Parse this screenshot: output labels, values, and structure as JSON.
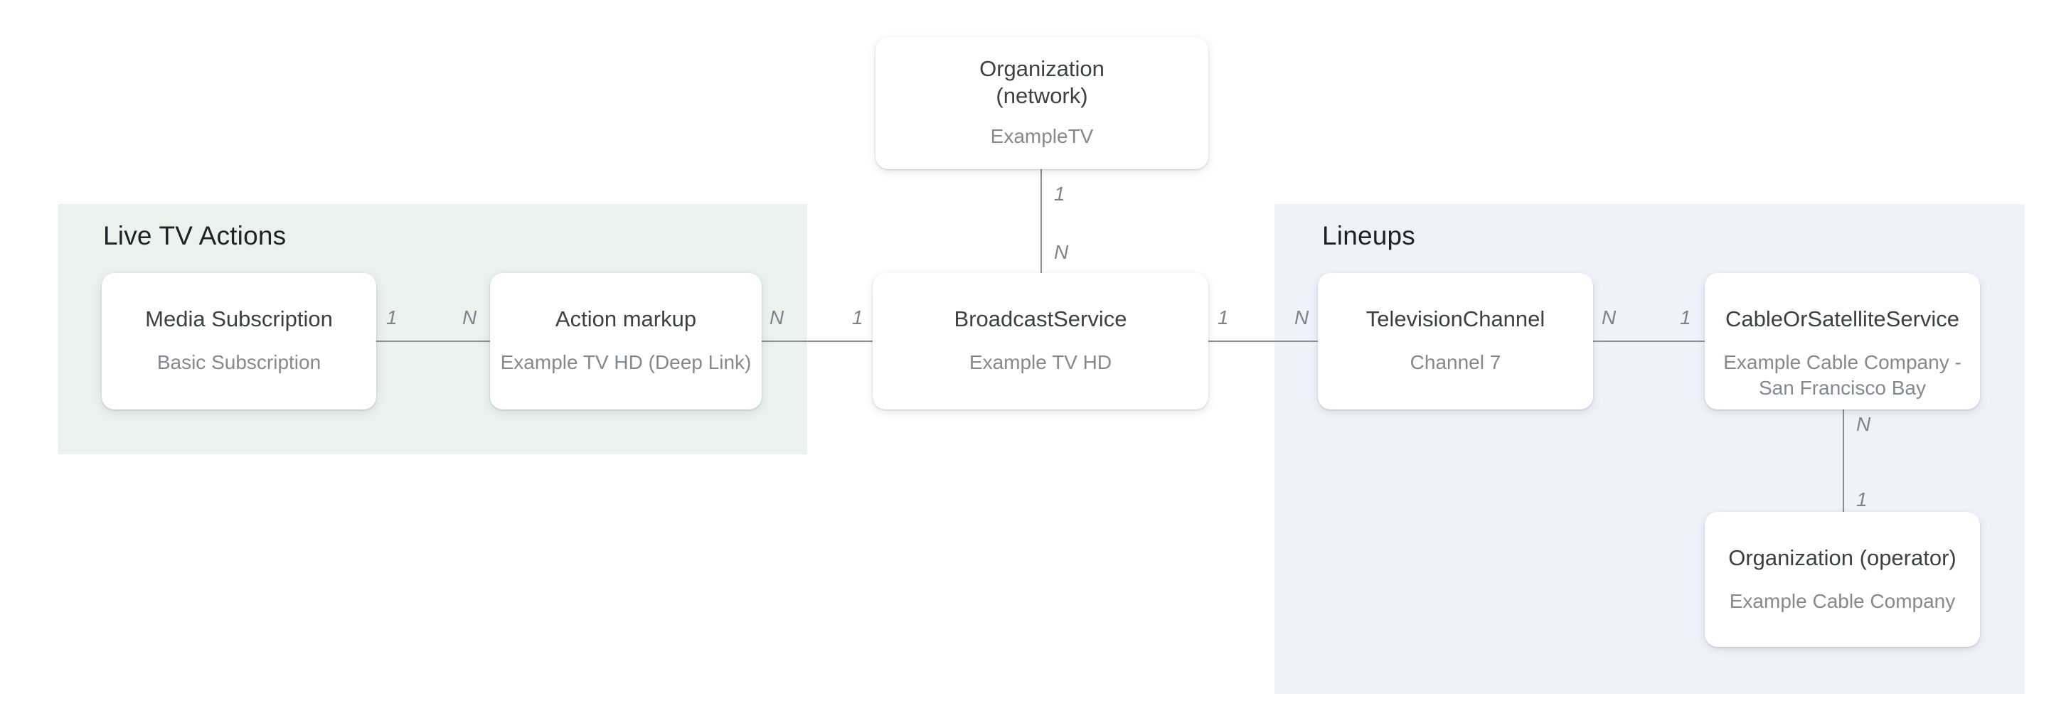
{
  "palette": {
    "live_tv_actions_bg": "#E9F2ED",
    "lineups_bg": "#EEF2FB",
    "node_bg": "#FFFFFF",
    "node_title": "#3C4043",
    "node_subtitle": "#84898F",
    "group_title": "#202124",
    "edge_line": "#898E93",
    "edge_label": "#7E8389",
    "page_bg": "#FFFFFF"
  },
  "groups": {
    "live_tv_actions": {
      "title": "Live TV Actions"
    },
    "lineups": {
      "title": "Lineups"
    }
  },
  "nodes": {
    "organization_network": {
      "title": "Organization\n(network)",
      "subtitle": "ExampleTV"
    },
    "media_subscription": {
      "title": "Media Subscription",
      "subtitle": "Basic Subscription"
    },
    "action_markup": {
      "title": "Action markup",
      "subtitle": "Example TV HD (Deep Link)"
    },
    "broadcast_service": {
      "title": "BroadcastService",
      "subtitle": "Example TV HD"
    },
    "television_channel": {
      "title": "TelevisionChannel",
      "subtitle": "Channel 7"
    },
    "cable_or_satellite_service": {
      "title": "CableOrSatelliteService",
      "subtitle": "Example Cable Company -\nSan Francisco Bay"
    },
    "organization_operator": {
      "title": "Organization (operator)",
      "subtitle": "Example Cable Company"
    }
  },
  "edges": {
    "network_to_broadcast": {
      "from_label": "1",
      "to_label": "N"
    },
    "media_to_action": {
      "from_label": "1",
      "to_label": "N"
    },
    "action_to_broadcast": {
      "from_label": "N",
      "to_label": "1"
    },
    "broadcast_to_channel": {
      "from_label": "1",
      "to_label": "N"
    },
    "channel_to_cable": {
      "from_label": "N",
      "to_label": "1"
    },
    "cable_to_operator": {
      "from_label": "N",
      "to_label": "1"
    }
  }
}
